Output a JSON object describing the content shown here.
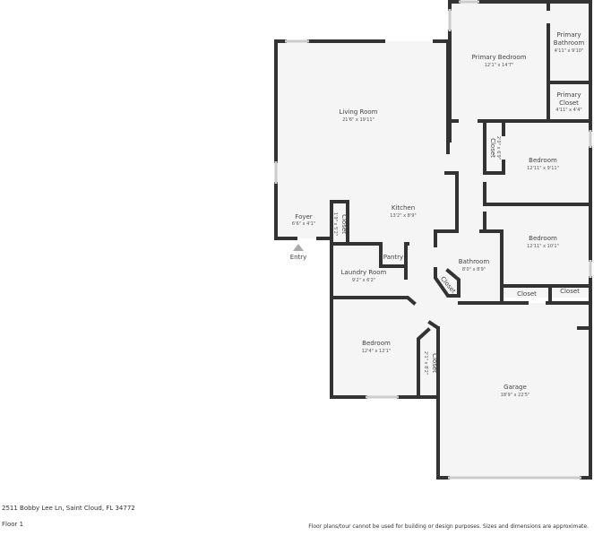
{
  "address": "2511 Bobby Lee Ln, Saint Cloud, FL 34772",
  "floor": "Floor 1",
  "disclaimer": "Floor plans/tour cannot be used for building or design purposes. Sizes and dimensions are approximate.",
  "entry_label": "Entry",
  "colors": {
    "wall": "#333333",
    "floor": "#f5f5f5"
  },
  "rooms": {
    "living": {
      "name": "Living Room",
      "dim": "21'6\" x 19'11\""
    },
    "primary_bedroom": {
      "name": "Primary Bedroom",
      "dim": "12'1\" x 14'7\""
    },
    "primary_bath": {
      "name1": "Primary",
      "name2": "Bathroom",
      "dim": "4'11\" x 9'10\""
    },
    "primary_closet": {
      "name1": "Primary",
      "name2": "Closet",
      "dim": "4'11\" x 4'4\""
    },
    "closet_b1": {
      "name": "Closet",
      "dim": "2'0\" x 6'9\""
    },
    "bedroom1": {
      "name": "Bedroom",
      "dim": "12'11\" x 9'11\""
    },
    "kitchen": {
      "name": "Kitchen",
      "dim": "13'2\" x 8'9\""
    },
    "foyer": {
      "name": "Foyer",
      "dim": "6'6\" x 4'1\""
    },
    "closet_foyer": {
      "name": "Closet",
      "dim": "1'9\" x 5'2\""
    },
    "bedroom2": {
      "name": "Bedroom",
      "dim": "12'11\" x 10'1\""
    },
    "pantry": {
      "name": "Pantry"
    },
    "bathroom": {
      "name": "Bathroom",
      "dim": "8'0\" x 8'9\""
    },
    "closet_bath": {
      "name": "Closet"
    },
    "laundry": {
      "name": "Laundry Room",
      "dim": "9'2\" x 6'2\""
    },
    "closet_a": {
      "name": "Closet"
    },
    "closet_b": {
      "name": "Closet"
    },
    "bedroom3": {
      "name": "Bedroom",
      "dim": "12'4\" x 12'1\""
    },
    "closet_b3": {
      "name": "Closet",
      "dim": "2'1\" x 8'2\""
    },
    "garage": {
      "name": "Garage",
      "dim": "18'9\" x 22'5\""
    }
  }
}
